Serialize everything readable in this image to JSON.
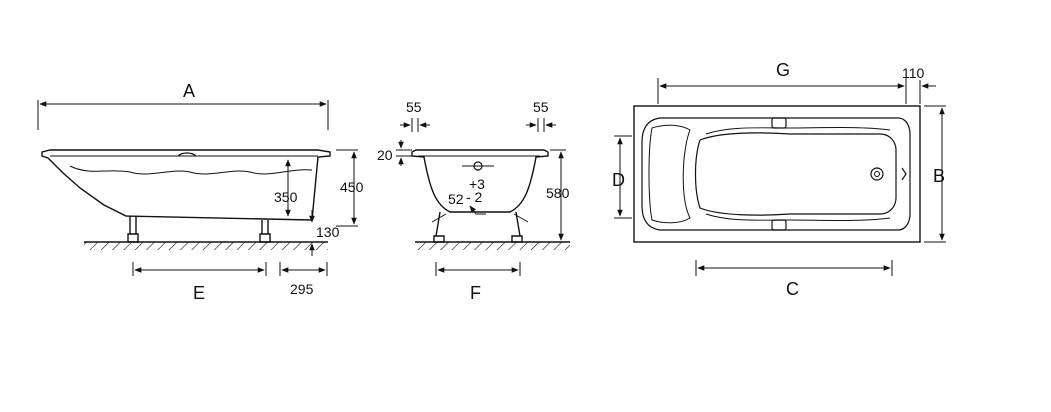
{
  "labels": {
    "A": "A",
    "B": "B",
    "C": "C",
    "D": "D",
    "E": "E",
    "F": "F",
    "G": "G"
  },
  "dims": {
    "d350": "350",
    "d450": "450",
    "d130": "130",
    "d295": "295",
    "d55_left": "55",
    "d55_right": "55",
    "d20": "20",
    "d580": "580",
    "d52": "52",
    "tol_plus": "+3",
    "tol_minus": "- 2",
    "d110": "110"
  },
  "colors": {
    "line": "#111111",
    "background": "#ffffff"
  }
}
